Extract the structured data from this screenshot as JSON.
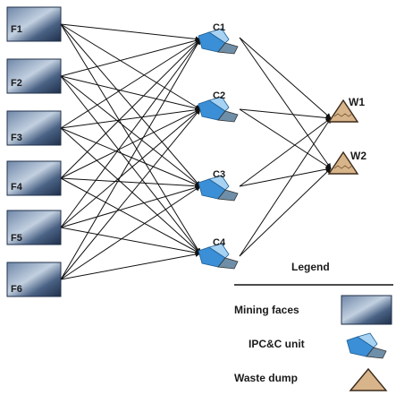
{
  "mining_faces": [
    "F1",
    "F2",
    "F3",
    "F4",
    "F5",
    "F6"
  ],
  "ipcc_units": [
    "C1",
    "C2",
    "C3",
    "C4"
  ],
  "waste_dumps": [
    "W1",
    "W2"
  ],
  "legend": {
    "title": "Legend",
    "mining_faces": "Mining faces",
    "ipcc_unit": "IPC&C unit",
    "waste_dump": "Waste dump"
  },
  "colors": {
    "mine_face_dark": "#2a3d5c",
    "mine_face_light": "#9fb3cc",
    "ipcc_blue": "#3b8fd6",
    "ipcc_light": "#a8d2f2",
    "dump_fill": "#d8b48a",
    "dump_stroke": "#3a2a1a",
    "arrow": "#111111"
  }
}
